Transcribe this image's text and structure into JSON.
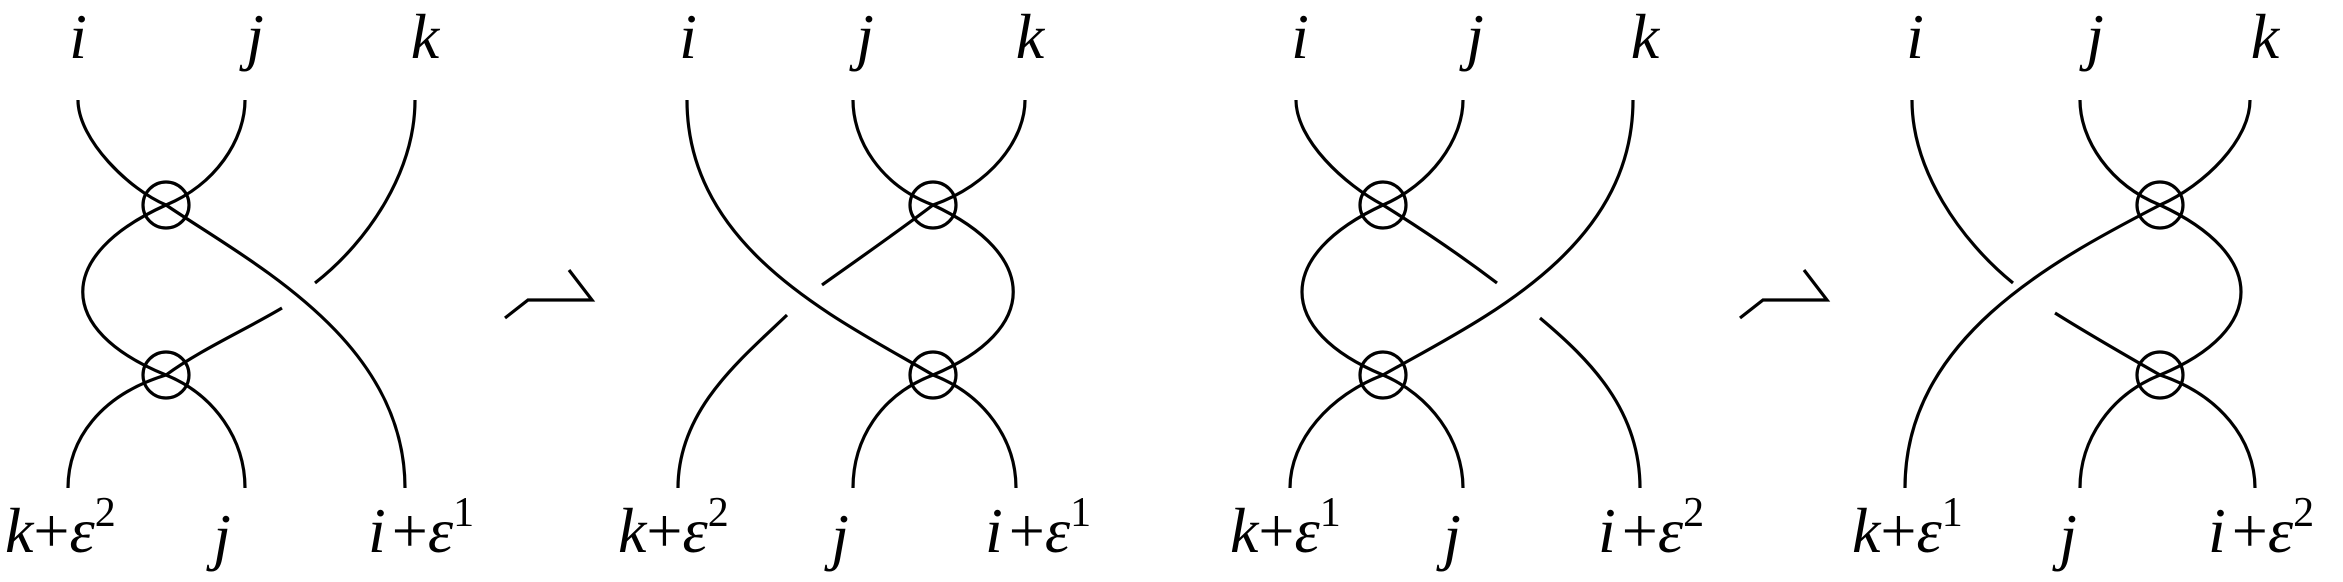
{
  "panels": [
    {
      "top": [
        "i",
        "j",
        "k"
      ],
      "bottom": [
        {
          "letter": "k",
          "op": "+",
          "eps": "ε",
          "sup": "2"
        },
        {
          "letter": "j"
        },
        {
          "letter": "i",
          "op": "+",
          "eps": "ε",
          "sup": "1"
        }
      ]
    },
    {
      "top": [
        "i",
        "j",
        "k"
      ],
      "bottom": [
        {
          "letter": "k",
          "op": "+",
          "eps": "ε",
          "sup": "2"
        },
        {
          "letter": "j"
        },
        {
          "letter": "i",
          "op": "+",
          "eps": "ε",
          "sup": "1"
        }
      ]
    },
    {
      "top": [
        "i",
        "j",
        "k"
      ],
      "bottom": [
        {
          "letter": "k",
          "op": "+",
          "eps": "ε",
          "sup": "1"
        },
        {
          "letter": "j"
        },
        {
          "letter": "i",
          "op": "+",
          "eps": "ε",
          "sup": "2"
        }
      ]
    },
    {
      "top": [
        "i",
        "j",
        "k"
      ],
      "bottom": [
        {
          "letter": "k",
          "op": "+",
          "eps": "ε",
          "sup": "1"
        },
        {
          "letter": "j"
        },
        {
          "letter": "i",
          "op": "+",
          "eps": "ε",
          "sup": "2"
        }
      ]
    }
  ],
  "separators": [
    "equivalence-symbol",
    "equivalence-symbol"
  ]
}
